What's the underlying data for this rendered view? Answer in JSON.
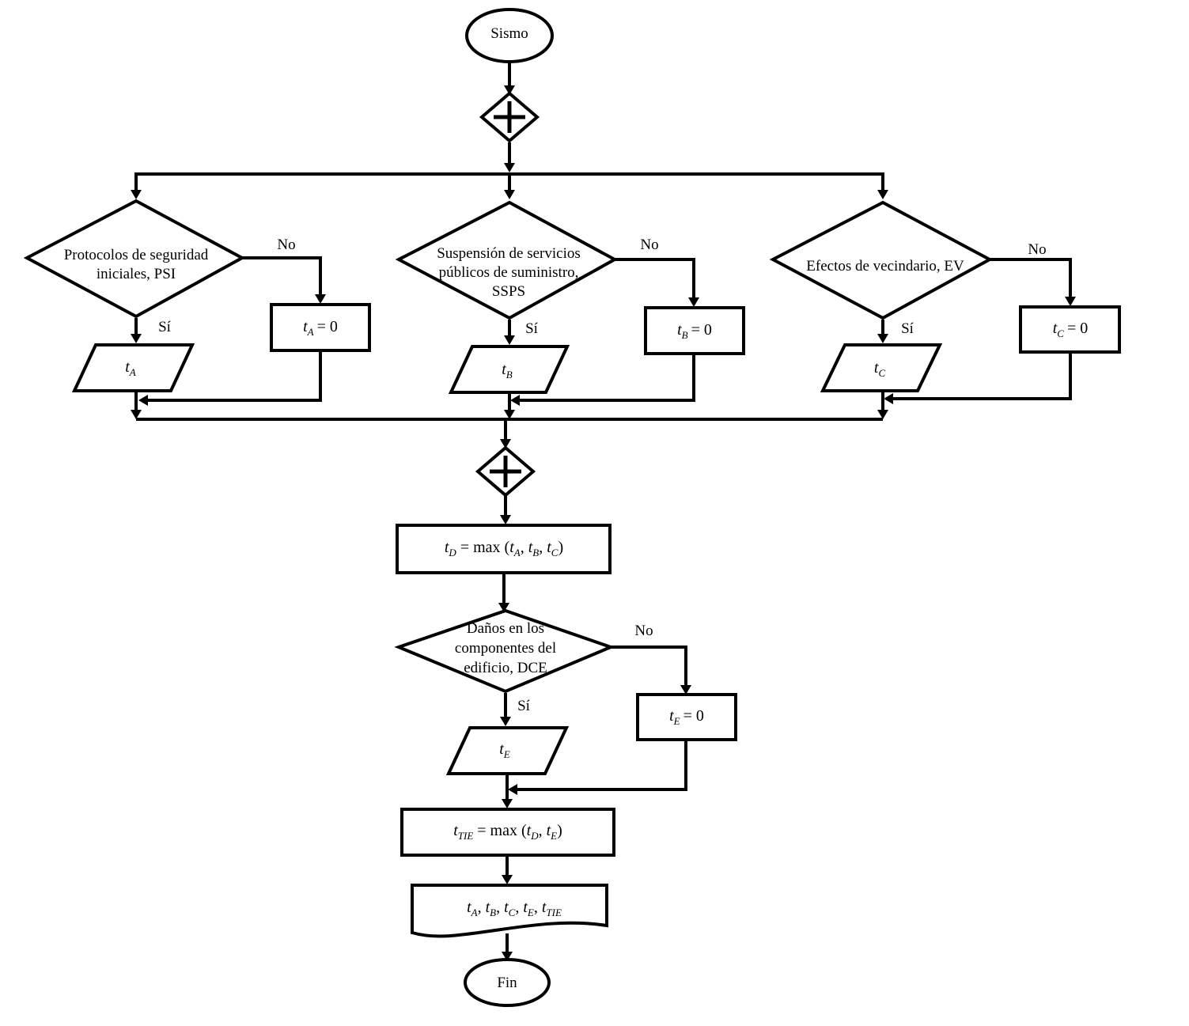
{
  "start": "Sismo",
  "end": "Fin",
  "branches": [
    {
      "condition": [
        "Protocolos de seguridad",
        "iniciales, PSI"
      ],
      "yes": "Sí",
      "no": "No",
      "var": "t",
      "sub": "A",
      "zero_rhs": "= 0"
    },
    {
      "condition": [
        "Suspensión de servicios",
        "públicos de suministro,",
        "SSPS"
      ],
      "yes": "Sí",
      "no": "No",
      "var": "t",
      "sub": "B",
      "zero_rhs": "= 0"
    },
    {
      "condition": [
        "Efectos de vecindario, EV"
      ],
      "yes": "Sí",
      "no": "No",
      "var": "t",
      "sub": "C",
      "zero_rhs": "= 0"
    }
  ],
  "max_d": {
    "lhs_var": "t",
    "lhs_sub": "D",
    "op": " = max (",
    "args": [
      {
        "var": "t",
        "sub": "A",
        "sep": ", "
      },
      {
        "var": "t",
        "sub": "B",
        "sep": ", "
      },
      {
        "var": "t",
        "sub": "C",
        "sep": ""
      }
    ],
    "close": ")"
  },
  "damage": {
    "condition": [
      "Daños en los",
      "componentes del",
      "edificio, DCE"
    ],
    "yes": "Sí",
    "no": "No",
    "var": "t",
    "sub": "E",
    "zero_rhs": "= 0"
  },
  "max_tie": {
    "lhs_var": "t",
    "lhs_sub": "TIE",
    "op": " = max (",
    "args": [
      {
        "var": "t",
        "sub": "D",
        "sep": ", "
      },
      {
        "var": "t",
        "sub": "E",
        "sep": ""
      }
    ],
    "close": ")"
  },
  "output": [
    {
      "var": "t",
      "sub": "A",
      "sep": ", "
    },
    {
      "var": "t",
      "sub": "B",
      "sep": ", "
    },
    {
      "var": "t",
      "sub": "C",
      "sep": ", "
    },
    {
      "var": "t",
      "sub": "E",
      "sep": ", "
    },
    {
      "var": "t",
      "sub": "TIE",
      "sep": ""
    }
  ]
}
